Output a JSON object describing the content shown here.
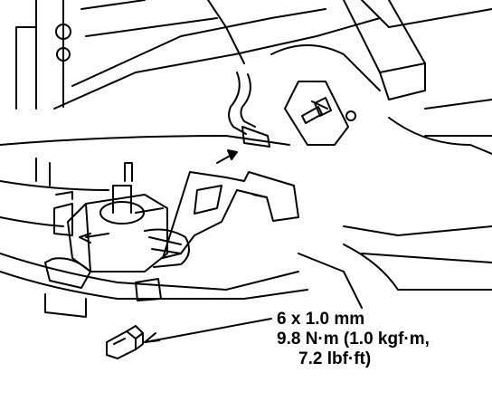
{
  "callout": {
    "size": "6 x 1.0 mm",
    "torque_nm": "9.8 N·m (1.0 kgf·m,",
    "torque_lbf": "7.2 lbf·ft)"
  },
  "colors": {
    "ink": "#000000",
    "paper": "#ffffff"
  },
  "icons": [
    "bolt-icon",
    "arrow-icon"
  ]
}
